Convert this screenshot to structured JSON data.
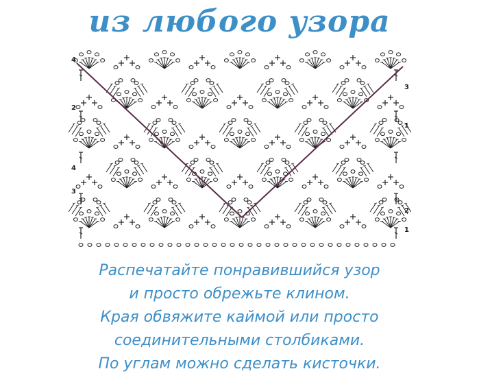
{
  "title": "из любого узора",
  "caption_lines": [
    "Распечатайте понравившийся узор",
    "и просто обрежьте клином.",
    "Края обвяжите каймой или просто",
    "соединительными столбиками.",
    "По углам можно сделать кисточки."
  ],
  "chart": {
    "row_numbers_left": [
      "4",
      "2",
      "4",
      "3"
    ],
    "row_numbers_right": [
      "3",
      "1",
      "2",
      "1"
    ],
    "cut_line_color": "#5a2a4a",
    "stitch_color": "#222222"
  }
}
